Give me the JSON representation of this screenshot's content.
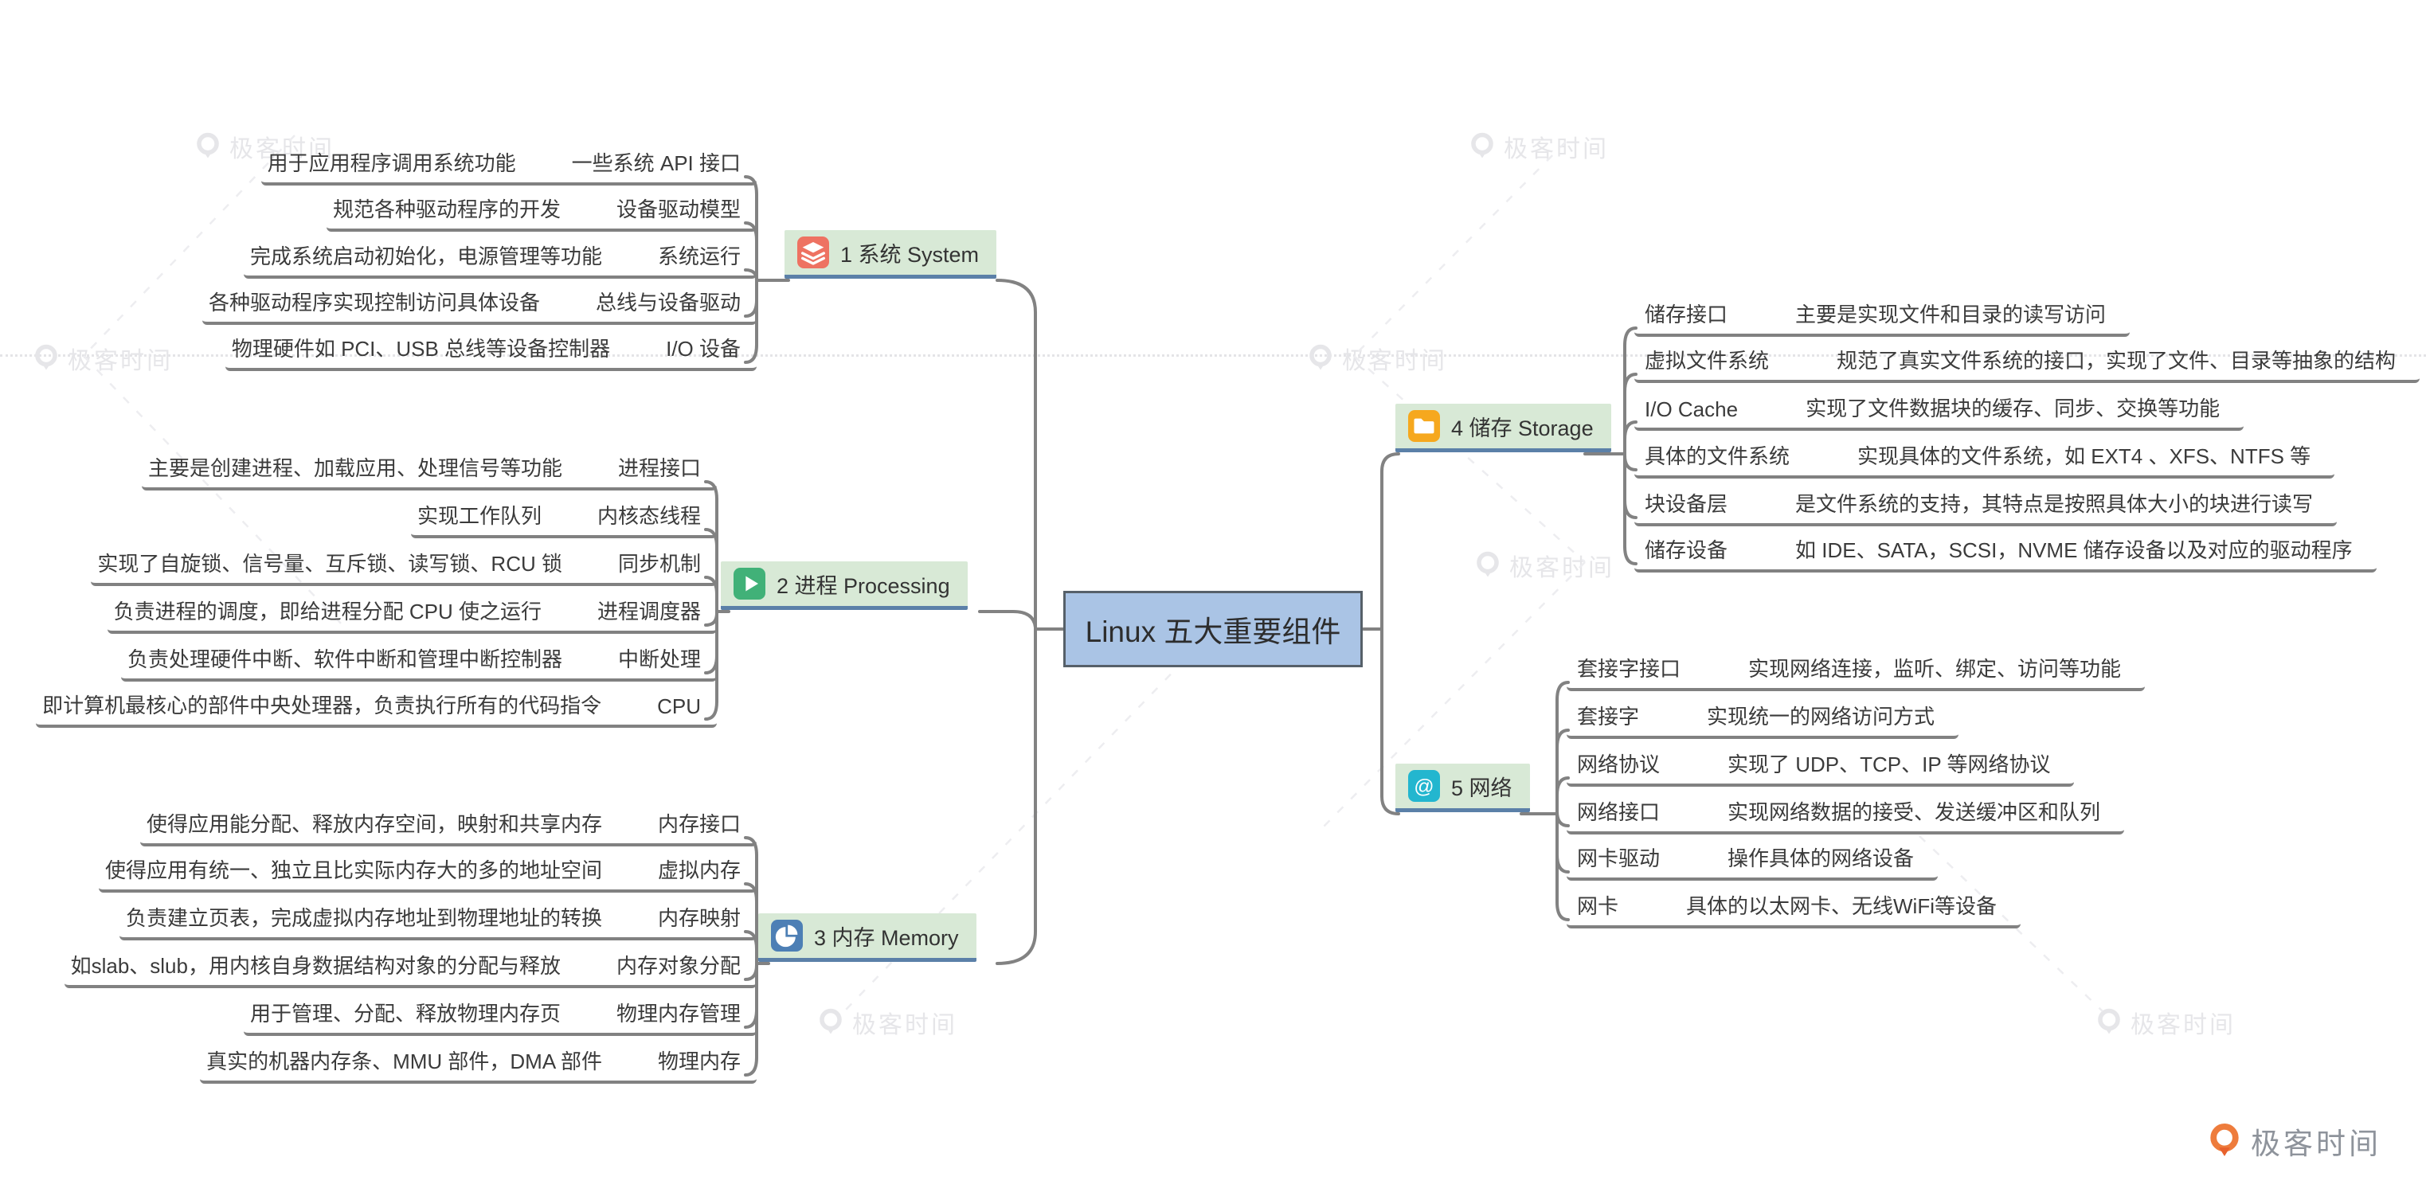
{
  "page": {
    "watermark_text": "极客时间",
    "brand_text": "极客时间"
  },
  "center": {
    "label": "Linux 五大重要组件"
  },
  "colors": {
    "center_bg": "#aac4e5",
    "branch_bg": "#d8e9d6",
    "branch_underline": "#5b80a8",
    "leaf_line": "#818181",
    "brand_orange": "#ee7c3c"
  },
  "branches": [
    {
      "label": "1 系统 System",
      "icon": "layers-icon",
      "icon_bg": "#ee7262",
      "children": [
        {
          "desc": "用于应用程序调用系统功能",
          "term": "一些系统 API 接口"
        },
        {
          "desc": "规范各种驱动程序的开发",
          "term": "设备驱动模型"
        },
        {
          "desc": "完成系统启动初始化，电源管理等功能",
          "term": "系统运行"
        },
        {
          "desc": "各种驱动程序实现控制访问具体设备",
          "term": "总线与设备驱动"
        },
        {
          "desc": "物理硬件如 PCI、USB 总线等设备控制器",
          "term": "I/O 设备"
        }
      ]
    },
    {
      "label": "2 进程 Processing",
      "icon": "play-icon",
      "icon_bg": "#41b178",
      "children": [
        {
          "desc": "主要是创建进程、加载应用、处理信号等功能",
          "term": "进程接口"
        },
        {
          "desc": "实现工作队列",
          "term": "内核态线程"
        },
        {
          "desc": "实现了自旋锁、信号量、互斥锁、读写锁、RCU 锁",
          "term": "同步机制"
        },
        {
          "desc": "负责进程的调度，即给进程分配 CPU 使之运行",
          "term": "进程调度器"
        },
        {
          "desc": "负责处理硬件中断、软件中断和管理中断控制器",
          "term": "中断处理"
        },
        {
          "desc": "即计算机最核心的部件中央处理器，负责执行所有的代码指令",
          "term": "CPU"
        }
      ]
    },
    {
      "label": "3 内存 Memory",
      "icon": "pie-chart-icon",
      "icon_bg": "#4d7fb5",
      "children": [
        {
          "desc": "使得应用能分配、释放内存空间，映射和共享内存",
          "term": "内存接口"
        },
        {
          "desc": "使得应用有统一、独立且比实际内存大的多的地址空间",
          "term": "虚拟内存"
        },
        {
          "desc": "负责建立页表，完成虚拟内存地址到物理地址的转换",
          "term": "内存映射"
        },
        {
          "desc": "如slab、slub，用内核自身数据结构对象的分配与释放",
          "term": "内存对象分配"
        },
        {
          "desc": "用于管理、分配、释放物理内存页",
          "term": "物理内存管理"
        },
        {
          "desc": "真实的机器内存条、MMU 部件，DMA 部件",
          "term": "物理内存"
        }
      ]
    },
    {
      "label": "4 储存 Storage",
      "icon": "folder-icon",
      "icon_bg": "#f6a81e",
      "children": [
        {
          "term": "储存接口",
          "desc": "主要是实现文件和目录的读写访问"
        },
        {
          "term": "虚拟文件系统",
          "desc": "规范了真实文件系统的接口，实现了文件、目录等抽象的结构"
        },
        {
          "term": "I/O Cache",
          "desc": "实现了文件数据块的缓存、同步、交换等功能"
        },
        {
          "term": "具体的文件系统",
          "desc": "实现具体的文件系统，如 EXT4 、XFS、NTFS 等"
        },
        {
          "term": "块设备层",
          "desc": "是文件系统的支持，其特点是按照具体大小的块进行读写"
        },
        {
          "term": "储存设备",
          "desc": "如 IDE、SATA，SCSI，NVME 储存设备以及对应的驱动程序"
        }
      ]
    },
    {
      "label": "5 网络",
      "icon": "at-sign-icon",
      "icon_bg": "#23b6cf",
      "icon_glyph": "@",
      "children": [
        {
          "term": "套接字接口",
          "desc": "实现网络连接，监听、绑定、访问等功能"
        },
        {
          "term": "套接字",
          "desc": "实现统一的网络访问方式"
        },
        {
          "term": "网络协议",
          "desc": "实现了 UDP、TCP、IP 等网络协议"
        },
        {
          "term": "网络接口",
          "desc": "实现网络数据的接受、发送缓冲区和队列"
        },
        {
          "term": "网卡驱动",
          "desc": "操作具体的网络设备"
        },
        {
          "term": "网卡",
          "desc": "具体的以太网卡、无线WiFi等设备"
        }
      ]
    }
  ]
}
